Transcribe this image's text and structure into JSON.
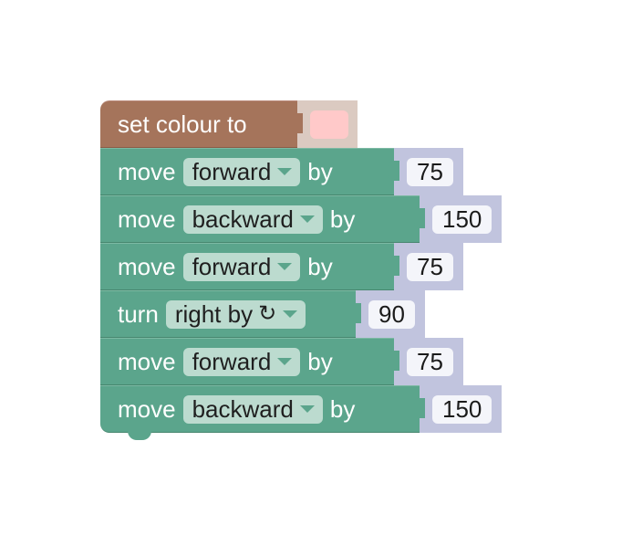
{
  "blocks": {
    "set_colour": {
      "label": "set colour to",
      "swatch_color": "#ffc9c9"
    },
    "move1": {
      "move": "move",
      "direction": "forward",
      "by": "by",
      "value": "75"
    },
    "move2": {
      "move": "move",
      "direction": "backward",
      "by": "by",
      "value": "150"
    },
    "move3": {
      "move": "move",
      "direction": "forward",
      "by": "by",
      "value": "75"
    },
    "turn": {
      "turn": "turn",
      "direction": "right by",
      "rotation_icon": "↻",
      "value": "90"
    },
    "move4": {
      "move": "move",
      "direction": "forward",
      "by": "by",
      "value": "75"
    },
    "move5": {
      "move": "move",
      "direction": "backward",
      "by": "by",
      "value": "150"
    }
  },
  "colors": {
    "color_category": "#a5745b",
    "motion_category": "#5ba58c",
    "number_socket": "#c1c4de",
    "colour_socket": "#dbcac1"
  },
  "icons": {
    "dropdown": "caret-down-icon",
    "rotation": "rotate-clockwise-icon"
  }
}
